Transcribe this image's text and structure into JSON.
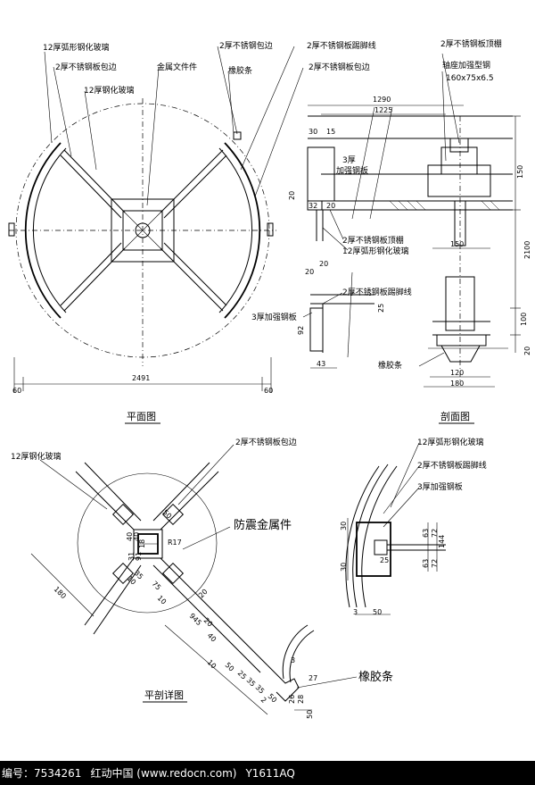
{
  "plan": {
    "title": "平面图",
    "labels": {
      "glass_12_curved": "12厚弧形钢化玻璃",
      "ss_2_wrap_a": "2厚不锈钢板包边",
      "glass_12": "12厚钢化玻璃",
      "metal_fitting": "金属文件件",
      "ss_2_wrap_b": "2厚不锈钢包边",
      "rubber": "橡胶条"
    },
    "dims": {
      "total": "2491",
      "left": "60",
      "right": "60"
    }
  },
  "section": {
    "title": "剖面图",
    "labels": {
      "ss_2_trim": "2厚不锈钢板踢脚线",
      "ss_2_wrap": "2厚不锈钢板包边",
      "ss_2_ceiling": "2厚不锈钢板顶棚",
      "steel_channel": "轴座加强型钢",
      "steel_spec": "160x75x6.5",
      "plate_3": "3厚",
      "plate_3b": "加强钢板",
      "ss_2_ceiling_b": "2厚不锈钢板顶棚",
      "glass_12_curved": "12厚弧形钢化玻璃",
      "ss_2_baseline": "2厚不锈钢板踢脚线",
      "plate_3_reinf": "3厚加强钢板",
      "rubber": "橡胶条"
    },
    "dims": {
      "d1290": "1290",
      "d1225": "1225",
      "d30": "30",
      "d15": "15",
      "d20a": "20",
      "d32": "32",
      "d20b": "20",
      "d150a": "150",
      "d150b": "150",
      "d2100": "2100",
      "d100": "100",
      "d20c": "20",
      "d20d": "20",
      "d20e": "20",
      "d25": "25",
      "d92": "92",
      "d43": "43",
      "d120": "120",
      "d180": "180"
    }
  },
  "detail": {
    "title": "平剖详图",
    "labels": {
      "ss_2_wrap": "2厚不锈钢板包边",
      "glass_12": "12厚钢化玻璃",
      "seismic": "防震金属件",
      "rubber": "橡胶条",
      "glass_curved": "12厚弧形钢化玻璃",
      "ss_trim": "2厚不锈钢板踢脚线",
      "plate_3": "3厚加强钢板",
      "r17": "R17"
    },
    "dims": {
      "d50a": "50",
      "d40a": "40",
      "d40b": "40",
      "d18": "18",
      "d31": "31",
      "d91": "91",
      "d35": "35",
      "d10a": "10",
      "d75": "75",
      "d10b": "10",
      "d20a": "20",
      "d180": "180",
      "d945": "945",
      "d20b": "20",
      "d40c": "40",
      "d10c": "10",
      "d50b": "50",
      "d25a": "25",
      "d35b": "35",
      "d35c": "35",
      "d2": "2",
      "d50c": "50",
      "d26": "26",
      "d28": "28",
      "d50d": "50",
      "d3a": "3",
      "d27": "27",
      "d30a": "30",
      "d63a": "63",
      "d72a": "72",
      "d144": "144",
      "d25b": "25",
      "d63b": "63",
      "d72b": "72",
      "d30b": "30",
      "d3b": "3",
      "d50e": "50"
    }
  },
  "footer": {
    "id_label": "编号：7534261",
    "brand": "红动中国 (www.redocn.com)",
    "code": "Y1611AQ"
  }
}
